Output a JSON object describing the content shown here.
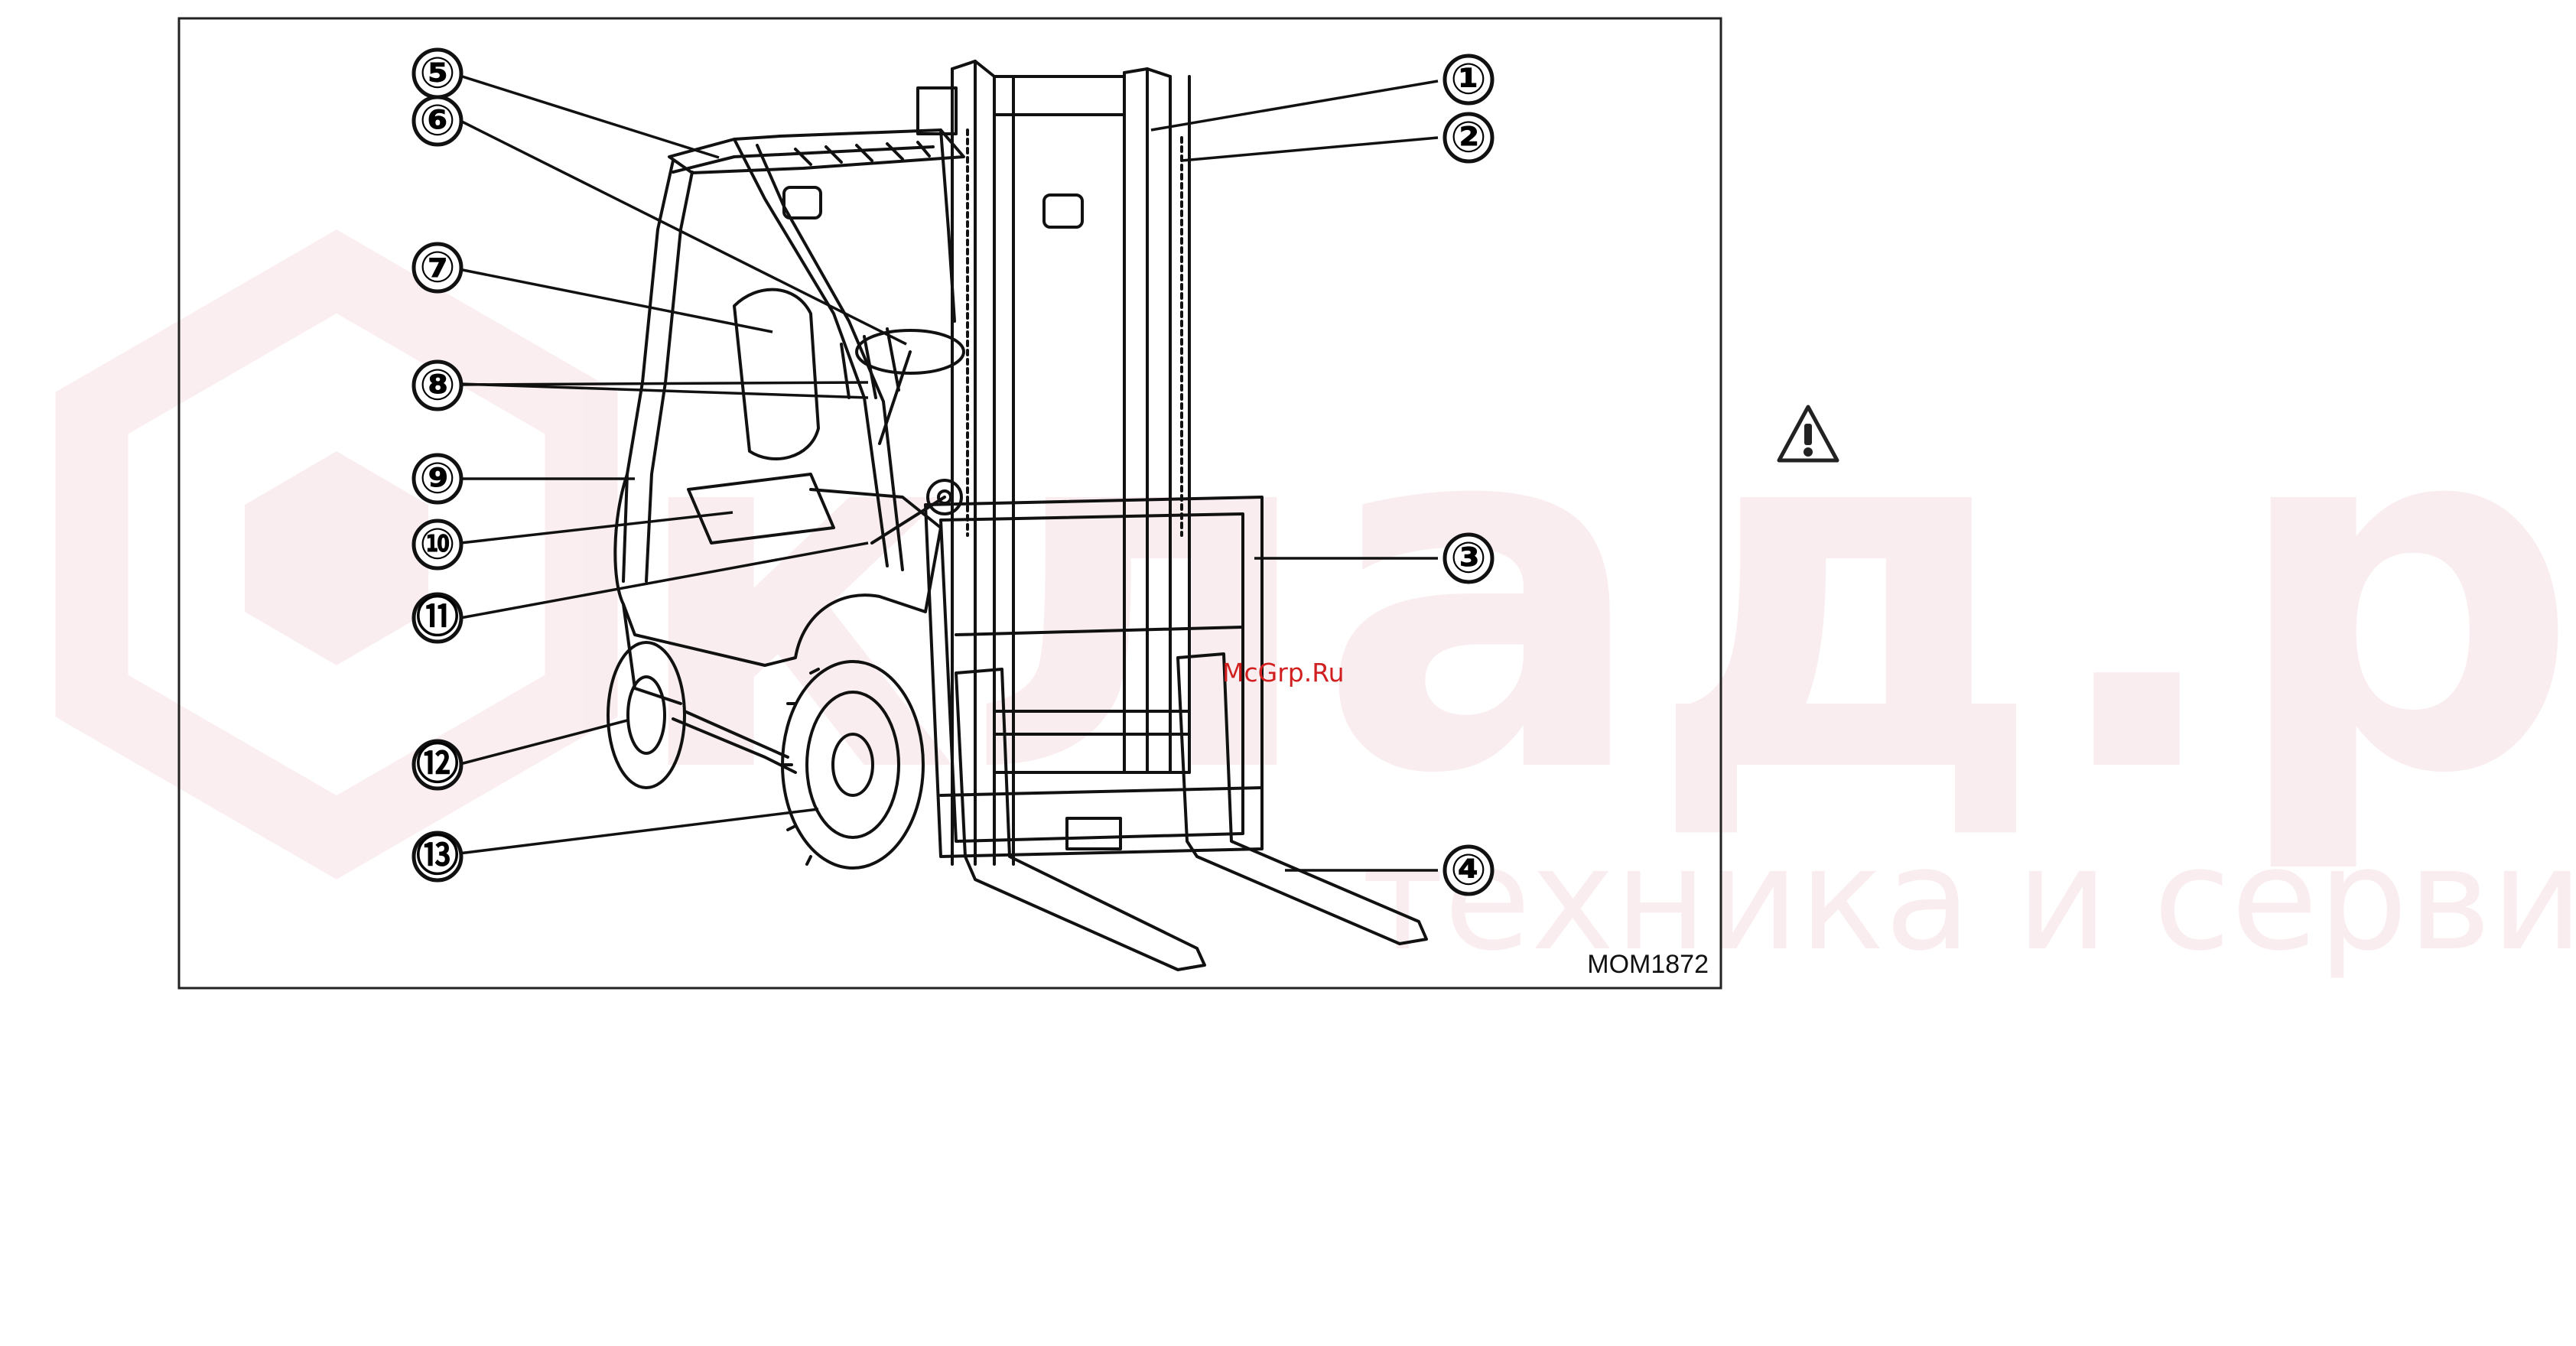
{
  "figure": {
    "code": "MOM1872",
    "callouts": [
      {
        "num": 1,
        "label": "①"
      },
      {
        "num": 2,
        "label": "②"
      },
      {
        "num": 3,
        "label": "③"
      },
      {
        "num": 4,
        "label": "④"
      },
      {
        "num": 5,
        "label": "⑤"
      },
      {
        "num": 6,
        "label": "⑥"
      },
      {
        "num": 7,
        "label": "⑦"
      },
      {
        "num": 8,
        "label": "⑧"
      },
      {
        "num": 9,
        "label": "⑨"
      },
      {
        "num": 10,
        "label": "⑩"
      },
      {
        "num": 11,
        "label": "⑪"
      },
      {
        "num": 12,
        "label": "⑫"
      },
      {
        "num": 13,
        "label": "⑬"
      }
    ]
  },
  "watermark": {
    "brand": "клад.ру",
    "tagline": "техника и сервис",
    "site": "McGrp.Ru",
    "color": "#c9152b"
  },
  "icons": {
    "warning": "warning-icon"
  }
}
